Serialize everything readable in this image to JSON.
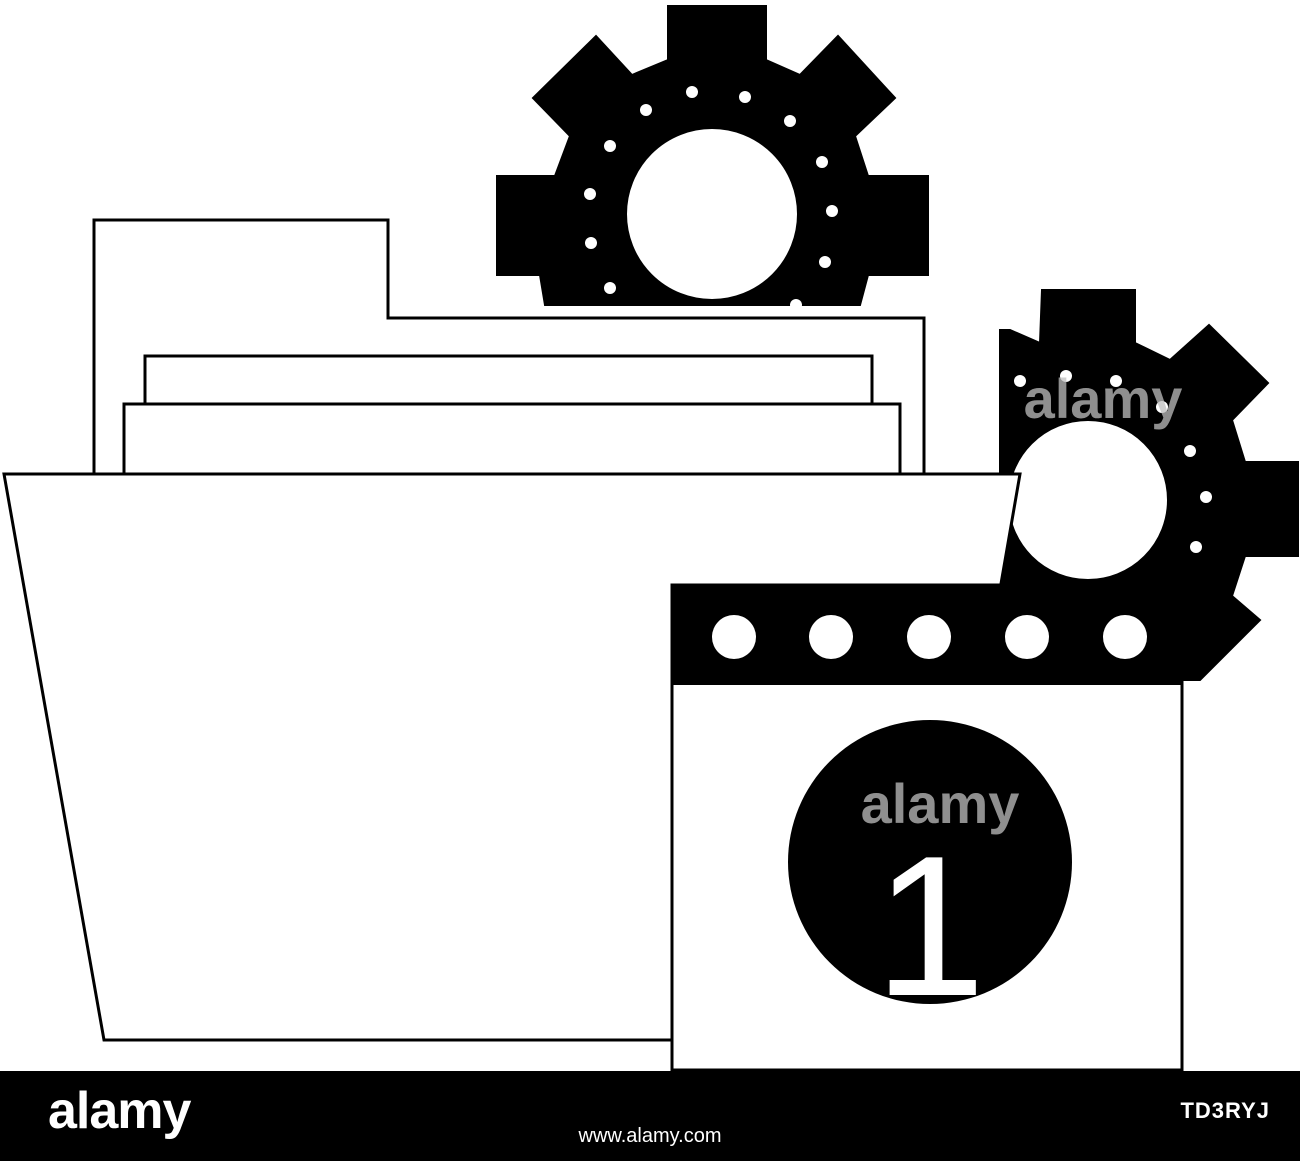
{
  "illustration": {
    "calendar": {
      "day_number": "1"
    }
  },
  "watermark": {
    "text": "alamy"
  },
  "footer": {
    "logo_text": "alamy",
    "image_id": "TD3RYJ",
    "url": "www.alamy.com"
  },
  "colors": {
    "ink": "#000000",
    "paper": "#ffffff",
    "watermark": "#bfbfbf"
  }
}
